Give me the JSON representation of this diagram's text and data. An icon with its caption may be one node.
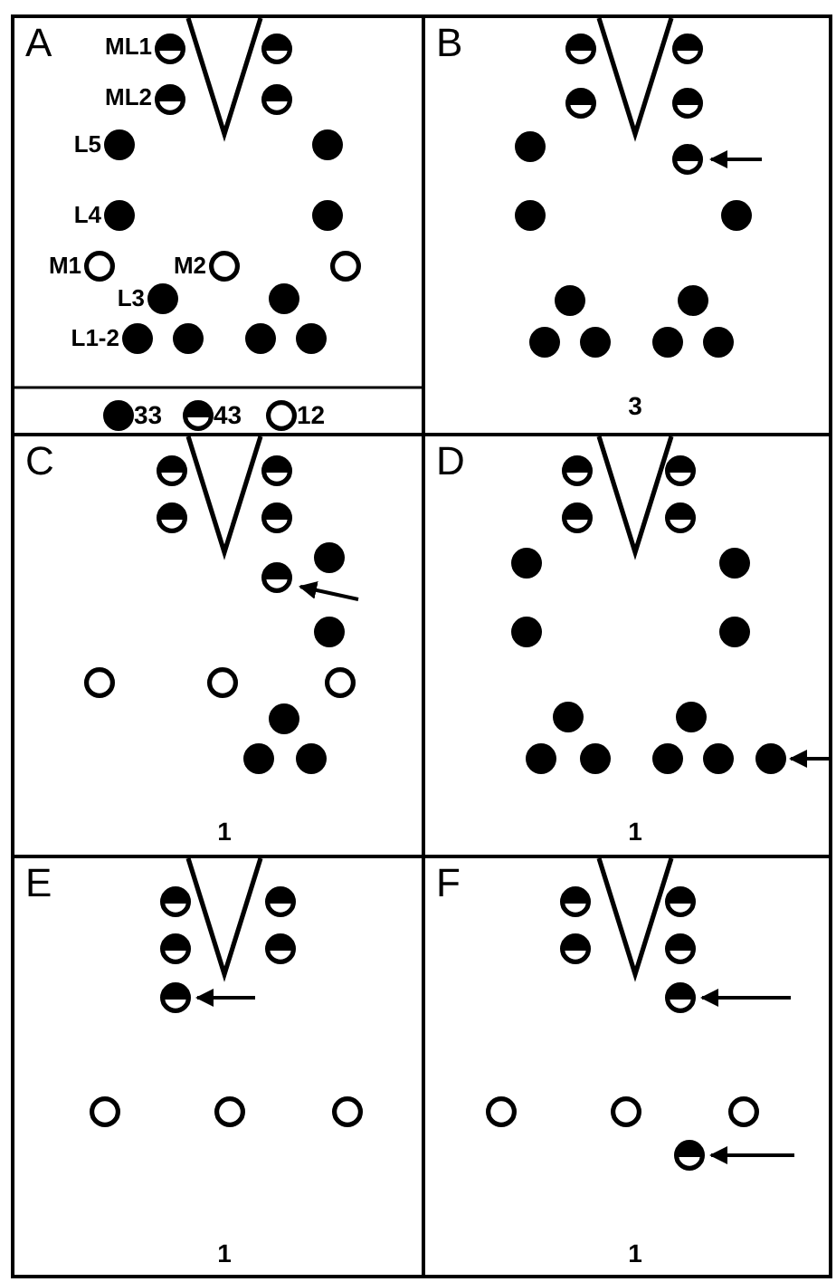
{
  "diagram": {
    "nodes": [
      {
        "text": [
          "A"
        ]
      },
      {
        "text": [
          "B",
          "3"
        ]
      },
      {
        "text": [
          "C",
          "1"
        ]
      },
      {
        "text": [
          "D",
          "1"
        ]
      },
      {
        "text": [
          "E",
          "1"
        ]
      },
      {
        "text": [
          "F",
          "1"
        ]
      }
    ],
    "labels": [
      "ML1",
      "ML2",
      "L5",
      "L4",
      "M1",
      "M2",
      "L3",
      "L1-2"
    ],
    "legend": [
      {
        "text": "33"
      },
      {
        "text": "43"
      },
      {
        "text": "12"
      }
    ]
  }
}
